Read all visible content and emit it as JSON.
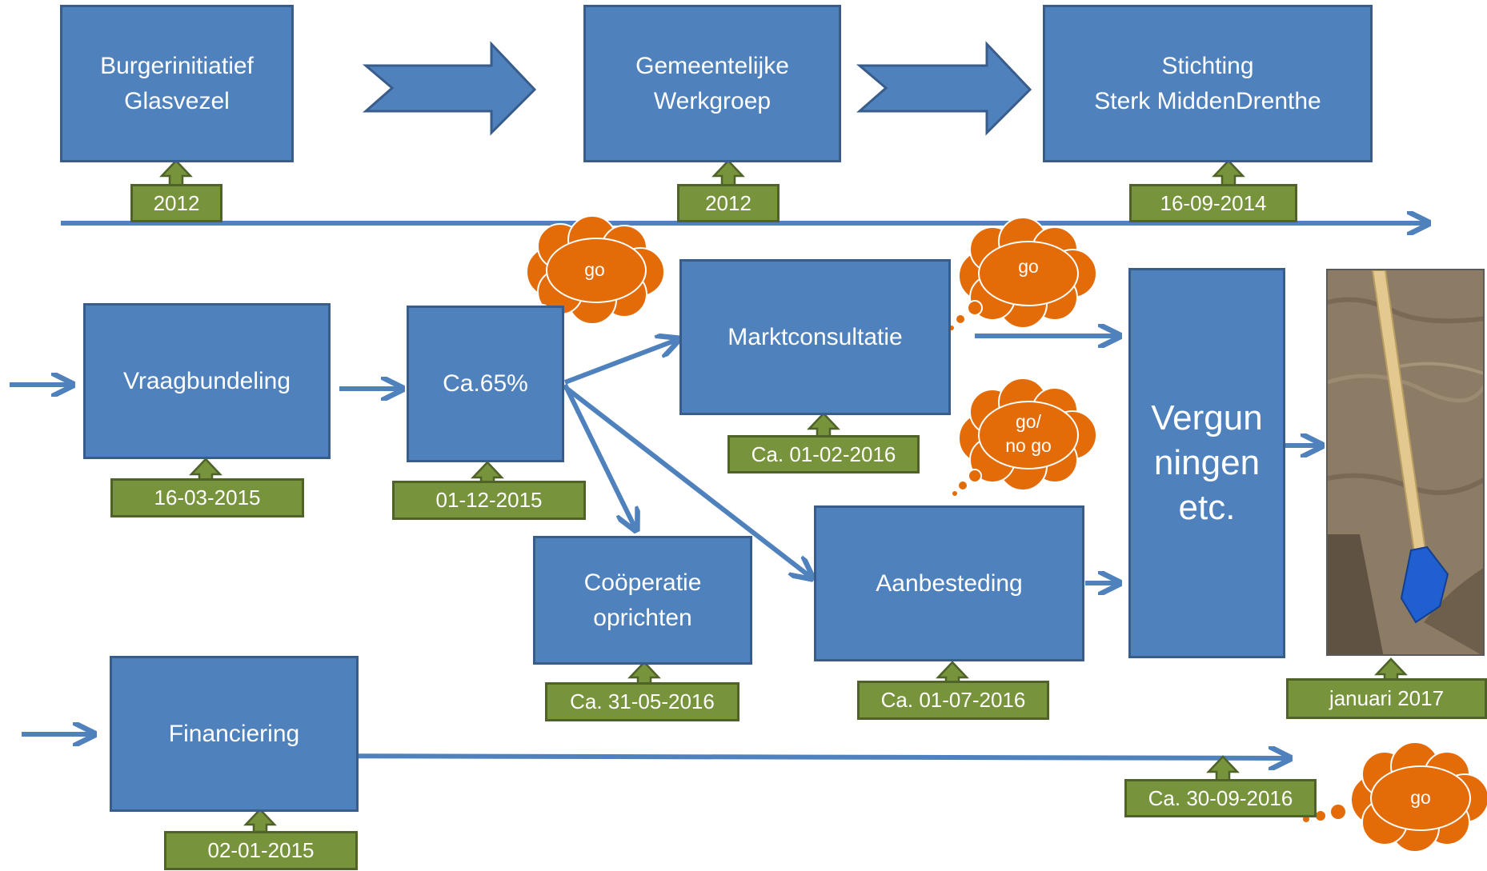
{
  "colors": {
    "box_fill": "#4f81bd",
    "box_border": "#385d8a",
    "date_fill": "#77933c",
    "date_border": "#4f6228",
    "cloud_fill": "#e36c09",
    "arrow": "#4f81bd"
  },
  "boxes": {
    "burgerinitiatief": "Burgerinitiatief\nGlasvezel",
    "gemeentelijke": "Gemeentelijke\nWerkgroep",
    "stichting": "Stichting\nSterk MiddenDrenthe",
    "vraagbundeling": "Vraagbundeling",
    "ca65": "Ca.65%",
    "marktconsultatie": "Marktconsultatie",
    "cooperatie": "Coöperatie\noprichten",
    "aanbesteding": "Aanbesteding",
    "vergunningen": "Vergun\nningen\netc.",
    "financiering": "Financiering"
  },
  "dates": {
    "burgerinitiatief": "2012",
    "gemeentelijke": "2012",
    "stichting": "16-09-2014",
    "vraagbundeling": "16-03-2015",
    "ca65": "01-12-2015",
    "marktconsultatie": "Ca. 01-02-2016",
    "cooperatie": "Ca. 31-05-2016",
    "aanbesteding": "Ca. 01-07-2016",
    "photo": "januari 2017",
    "financiering_end": "Ca. 30-09-2016",
    "financiering": "02-01-2015"
  },
  "clouds": {
    "after_ca65": "go",
    "after_marktconsultatie": "go",
    "before_aanbesteding": "go/\nno go",
    "after_financiering": "go"
  },
  "icons": {
    "photo": "shovel-in-sand-photo"
  }
}
